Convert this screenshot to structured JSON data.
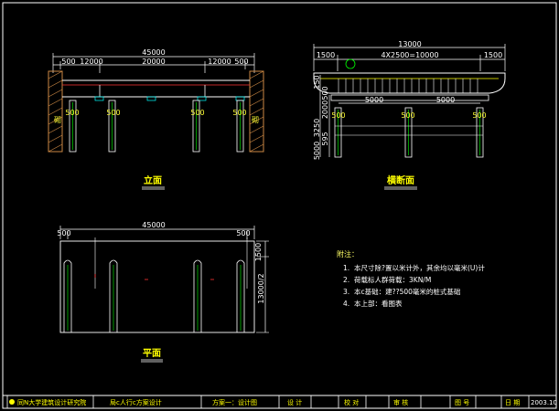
{
  "elevation": {
    "caption": "立面",
    "dim_total": "45000",
    "dim_segments": [
      "500",
      "12000",
      "20000",
      "12000",
      "500"
    ],
    "pier_labels": [
      "500",
      "500",
      "500",
      "500"
    ],
    "left_tag": "砌",
    "right_tag": "砌"
  },
  "section": {
    "caption": "横断面",
    "dim_total": "13000",
    "dim_segments": [
      "1500",
      "4X2500=10000",
      "1500"
    ],
    "span_labels": [
      "5000",
      "5000"
    ],
    "pier_labels": [
      "500",
      "500",
      "500"
    ],
    "vertical_dims": [
      "150",
      "500",
      "2000",
      "3250",
      "595",
      "5000"
    ]
  },
  "plan": {
    "caption": "平面",
    "dim_total": "45000",
    "dim_left": "500",
    "dim_right": "500",
    "side_dim": "13000/2"
  },
  "notes": {
    "title": "附注：",
    "items": [
      {
        "num": "1.",
        "text": "本尺寸除?置以米计外，其余均以毫米(U)计"
      },
      {
        "num": "2.",
        "text": "荷载标人群荷载：3KN/M  "
      },
      {
        "num": "3.",
        "text": "本c基础：建??500毫米的桩式基础"
      },
      {
        "num": "4.",
        "text": "本上部：看图表"
      }
    ]
  },
  "title_block": {
    "org": "同N大学建筑设计研究院",
    "project": "局c人行c方案设计",
    "drawing": "方案一：设计图",
    "design": "设 计",
    "check": "校 对",
    "review": "审 核",
    "number": "图 号",
    "date_label": "日 期",
    "date_value": "2003.10"
  },
  "colors": {
    "background": "#000000",
    "line_white": "#ffffff",
    "line_yellow": "#ffff00",
    "line_green": "#00ff00",
    "line_red": "#ff3333",
    "line_cyan": "#00ffff",
    "hatch_brown": "#cc8844"
  }
}
